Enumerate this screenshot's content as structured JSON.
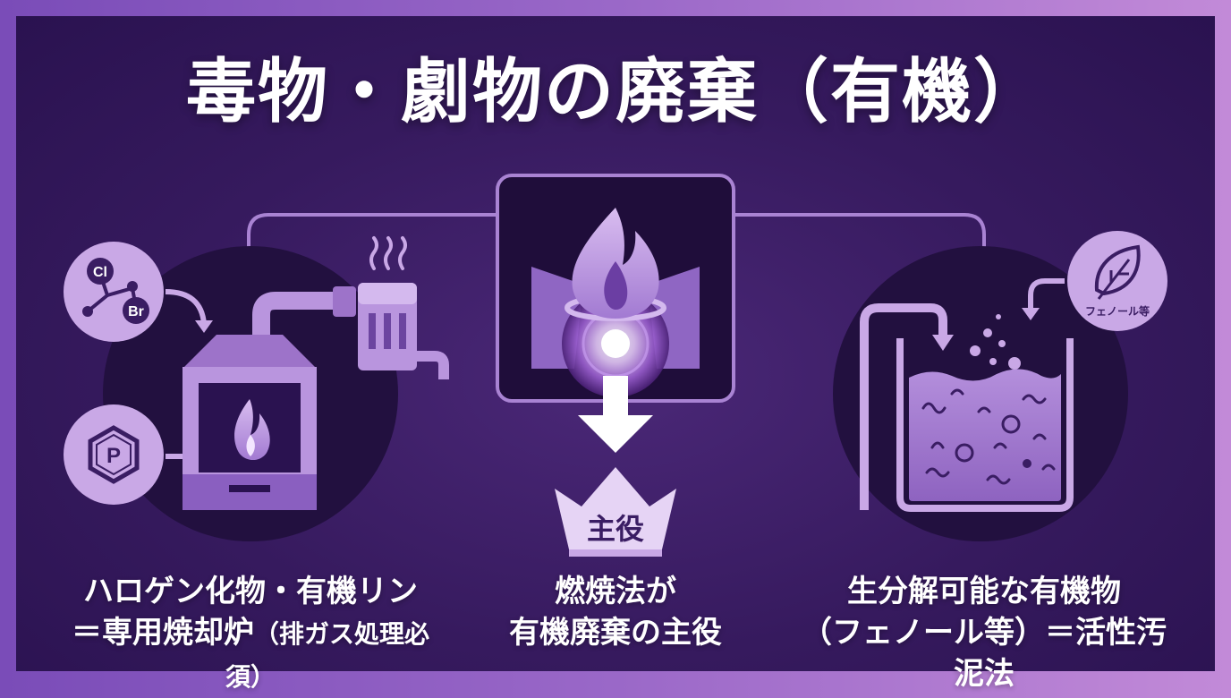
{
  "title": "毒物・劇物の廃棄（有機）",
  "left": {
    "chem_cl": "Cl",
    "chem_br": "Br",
    "chem_p": "P",
    "caption_line1": "ハロゲン化物・有機リン",
    "caption_line2_main": "＝専用焼却炉",
    "caption_line2_paren": "（排ガス処理必須）"
  },
  "center": {
    "badge": "主役",
    "caption_line1": "燃焼法が",
    "caption_line2": "有機廃棄の主役"
  },
  "right": {
    "leaf_label": "フェノール等",
    "caption_line1": "生分解可能な有機物",
    "caption_line2": "（フェノール等）＝活性汚泥法"
  },
  "colors": {
    "background": "#361a5e",
    "accent_light": "#c9a8e6",
    "accent_mid": "#9d73c9",
    "text": "#ffffff"
  }
}
